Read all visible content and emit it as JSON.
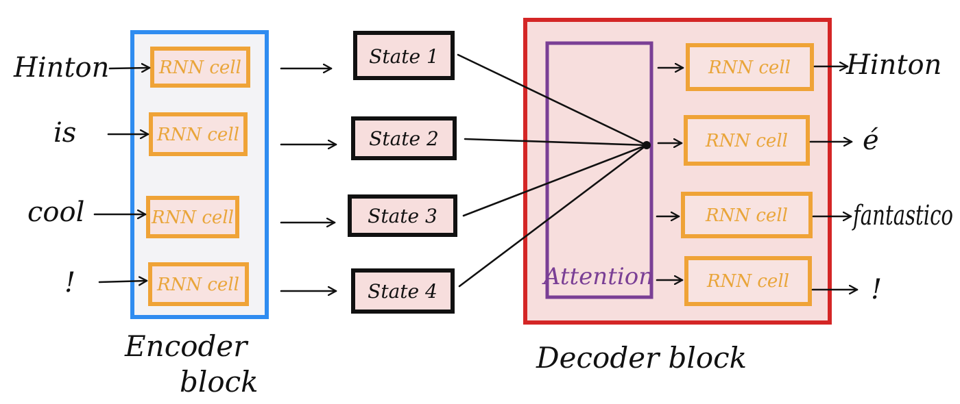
{
  "colors": {
    "encoder_border": "#2f8cf0",
    "decoder_border": "#d42626",
    "decoder_fill": "#f7dedd",
    "encoder_fill": "#f3f3f6",
    "cell_border": "#efa337",
    "cell_fill": "#f8e3e1",
    "state_border": "#111111",
    "state_fill": "#f7dedd",
    "attention_border": "#7a3f95",
    "ink": "#111111"
  },
  "encoder": {
    "inputs": [
      "Hinton",
      "is",
      "cool",
      "!"
    ],
    "cell_label": "RNN cell",
    "caption_line1": "Encoder",
    "caption_line2": "block"
  },
  "states": [
    "State 1",
    "State 2",
    "State 3",
    "State 4"
  ],
  "decoder": {
    "attention_label": "Attention",
    "cell_label": "RNN cell",
    "outputs": [
      "Hinton",
      "é",
      "fantastico",
      "!"
    ],
    "caption": "Decoder block"
  }
}
